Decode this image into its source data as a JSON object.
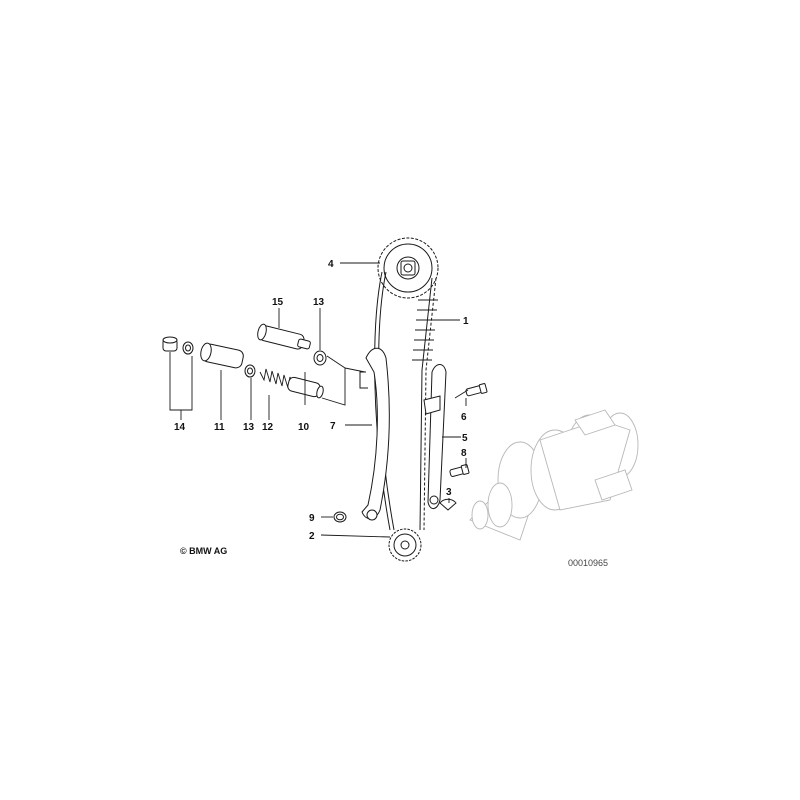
{
  "diagram": {
    "callouts": {
      "c1": "1",
      "c2": "2",
      "c3": "3",
      "c4": "4",
      "c5": "5",
      "c6": "6",
      "c7": "7",
      "c8": "8",
      "c9": "9",
      "c10": "10",
      "c11": "11",
      "c12": "12",
      "c13a": "13",
      "c13b": "13",
      "c14": "14",
      "c15": "15"
    },
    "copyright": "© BMW AG",
    "reference_number": "00010965"
  }
}
